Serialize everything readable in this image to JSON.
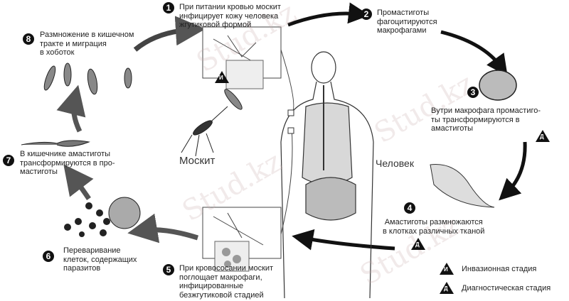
{
  "steps": [
    {
      "n": "1",
      "text": "При питании кровью москит\nинфицирует кожу человека\nжгутиковой формой"
    },
    {
      "n": "2",
      "text": "Промастиготы\nфагоцитируются\nмакрофагами"
    },
    {
      "n": "3",
      "text": "Вутри макрофага промастиго-\nты трансформируются в\nамастиготы"
    },
    {
      "n": "4",
      "text": "Амастиготы размножаются\nв клотках различных тканой"
    },
    {
      "n": "5",
      "text": "При кровососании москит\nпоглощает макрофаги,\nинфицированные\nбезжгутиковой стадией"
    },
    {
      "n": "6",
      "text": "Переваривание\nклеток, содержащих\nпаразитов"
    },
    {
      "n": "7",
      "text": "В кишечнике амастиготы\nтрансформируются в про-\nмастиготы"
    },
    {
      "n": "8",
      "text": "Размножение в кишечном\nтракте и миграция\nв хоботок"
    }
  ],
  "labels": {
    "mosquito": "Москит",
    "human": "Человек"
  },
  "markers": {
    "invasive": "И",
    "diagnostic": "Д"
  },
  "legend": [
    {
      "mark": "И",
      "text": "Инвазионная стадия"
    },
    {
      "mark": "Д",
      "text": "Диагностическая стадия"
    }
  ],
  "watermark": "Stud.kz"
}
